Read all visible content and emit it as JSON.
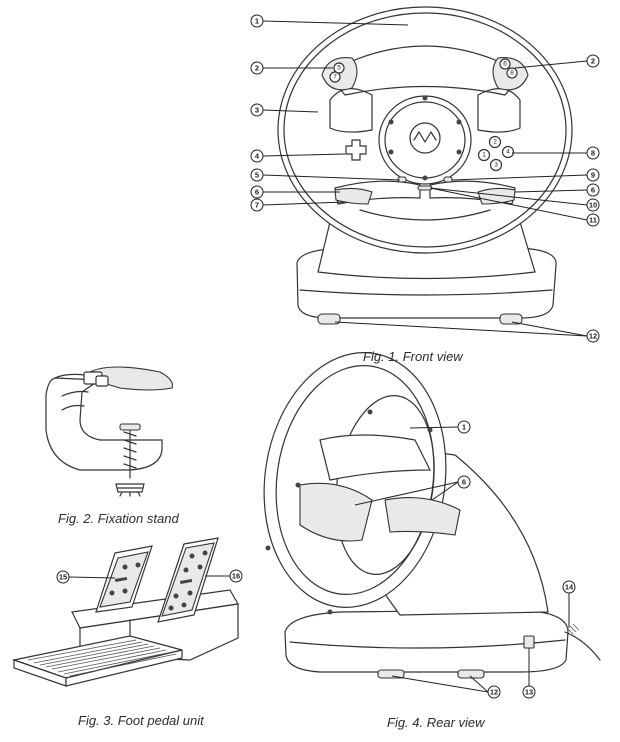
{
  "figures": {
    "fig1": {
      "caption": "Fig. 1. Front view",
      "callouts": [
        "1",
        "2",
        "2",
        "3",
        "4",
        "5",
        "6",
        "7",
        "8",
        "9",
        "6",
        "10",
        "11",
        "12"
      ],
      "button_labels": [
        "5",
        "7",
        "6",
        "8",
        "1",
        "2",
        "3",
        "4"
      ]
    },
    "fig2": {
      "caption": "Fig. 2. Fixation stand"
    },
    "fig3": {
      "caption": "Fig. 3. Foot pedal unit",
      "callouts": [
        "15",
        "16"
      ]
    },
    "fig4": {
      "caption": "Fig. 4. Rear view",
      "callouts": [
        "1",
        "6",
        "14",
        "13",
        "12"
      ]
    }
  }
}
